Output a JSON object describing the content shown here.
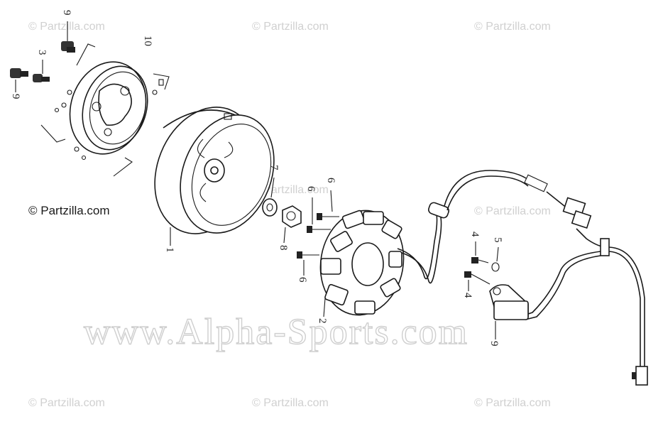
{
  "watermarks": {
    "partzilla": "© Partzilla.com",
    "partzilla_dark": "© Partzilla.com",
    "alpha_sports": "www.Alpha-Sports.com"
  },
  "callouts": {
    "c1": "1",
    "c2": "2",
    "c3": "3",
    "c4a": "4",
    "c4b": "4",
    "c5": "5",
    "c6a": "6",
    "c6b": "6",
    "c6c": "6",
    "c7": "7",
    "c8": "8",
    "c9a": "9",
    "c9b": "9",
    "c9c": "9",
    "c10": "10"
  }
}
